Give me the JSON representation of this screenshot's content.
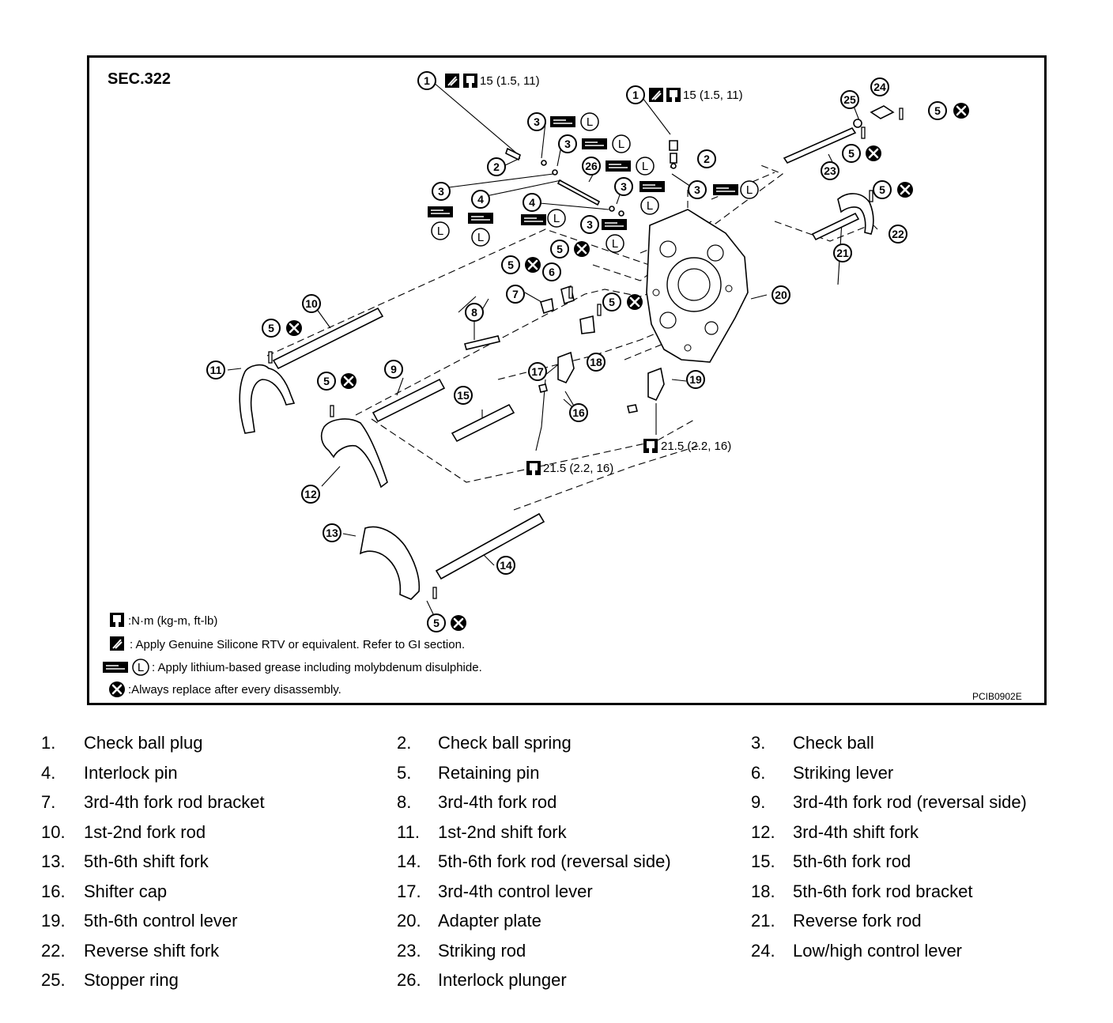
{
  "diagram": {
    "section_label": "SEC.322",
    "image_code": "PCIB0902E",
    "torque_spec_15": "15 (1.5, 11)",
    "torque_spec_21": "21.5 (2.2, 16)",
    "callouts": [
      "1",
      "2",
      "3",
      "4",
      "5",
      "6",
      "7",
      "8",
      "9",
      "10",
      "11",
      "12",
      "13",
      "14",
      "15",
      "16",
      "17",
      "18",
      "19",
      "20",
      "21",
      "22",
      "23",
      "24",
      "25",
      "26"
    ],
    "legend": {
      "torque": ":N·m (kg-m, ft-lb)",
      "sealant": ": Apply Genuine Silicone RTV or equivalent. Refer to GI section.",
      "grease": ": Apply lithium-based grease including molybdenum disulphide.",
      "replace": ":Always replace after every disassembly."
    },
    "grease_symbol_letter": "L"
  },
  "parts_list": [
    {
      "num": "1.",
      "name": "Check ball plug"
    },
    {
      "num": "2.",
      "name": "Check ball spring"
    },
    {
      "num": "3.",
      "name": "Check ball"
    },
    {
      "num": "4.",
      "name": "Interlock pin"
    },
    {
      "num": "5.",
      "name": "Retaining pin"
    },
    {
      "num": "6.",
      "name": "Striking lever"
    },
    {
      "num": "7.",
      "name": "3rd-4th fork rod bracket"
    },
    {
      "num": "8.",
      "name": "3rd-4th fork rod"
    },
    {
      "num": "9.",
      "name": "3rd-4th fork rod (reversal side)"
    },
    {
      "num": "10.",
      "name": "1st-2nd fork rod"
    },
    {
      "num": "11.",
      "name": "1st-2nd shift fork"
    },
    {
      "num": "12.",
      "name": "3rd-4th shift fork"
    },
    {
      "num": "13.",
      "name": "5th-6th shift fork"
    },
    {
      "num": "14.",
      "name": "5th-6th fork rod (reversal side)"
    },
    {
      "num": "15.",
      "name": "5th-6th fork rod"
    },
    {
      "num": "16.",
      "name": "Shifter cap"
    },
    {
      "num": "17.",
      "name": "3rd-4th control lever"
    },
    {
      "num": "18.",
      "name": "5th-6th fork rod bracket"
    },
    {
      "num": "19.",
      "name": "5th-6th control lever"
    },
    {
      "num": "20.",
      "name": "Adapter plate"
    },
    {
      "num": "21.",
      "name": "Reverse fork rod"
    },
    {
      "num": "22.",
      "name": "Reverse shift fork"
    },
    {
      "num": "23.",
      "name": "Striking rod"
    },
    {
      "num": "24.",
      "name": "Low/high control lever"
    },
    {
      "num": "25.",
      "name": "Stopper ring"
    },
    {
      "num": "26.",
      "name": "Interlock plunger"
    }
  ]
}
